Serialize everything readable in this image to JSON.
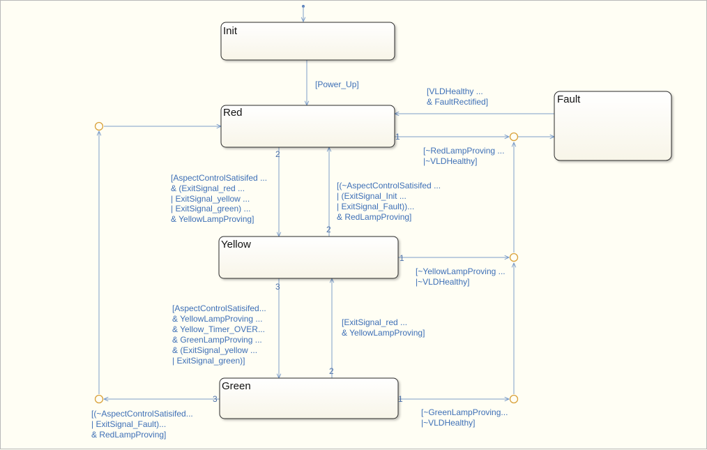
{
  "colors": {
    "background": "#fffef4",
    "state_fill": "#fffef6",
    "state_border": "#2b2b2b",
    "transition_line": "#7c9dc9",
    "label_text": "#3d6fb6",
    "junction": "#d9a13a"
  },
  "states": {
    "init": "Init",
    "red": "Red",
    "yellow": "Yellow",
    "green": "Green",
    "fault": "Fault"
  },
  "transitions": {
    "power_up": [
      "[Power_Up]"
    ],
    "fault_to_red": [
      "[VLDHealthy ...",
      "& FaultRectified]"
    ],
    "red_to_fault": [
      "[~RedLampProving ...",
      "|~VLDHealthy]"
    ],
    "red_to_yellow": [
      "[AspectControlSatisifed ...",
      "& (ExitSignal_red ...",
      "| ExitSignal_yellow ...",
      "| ExitSignal_green) ...",
      "& YellowLampProving]"
    ],
    "yellow_to_red": [
      "[(~AspectControlSatisifed ...",
      "| (ExitSignal_Init ...",
      "| ExitSignal_Fault))...",
      "& RedLampProving]"
    ],
    "yellow_to_fault": [
      "[~YellowLampProving ...",
      "|~VLDHealthy]"
    ],
    "yellow_to_green": [
      "[AspectControlSatisifed...",
      "& YellowLampProving ...",
      "& Yellow_Timer_OVER...",
      "& GreenLampProving ...",
      "& (ExitSignal_yellow ...",
      "| ExitSignal_green)]"
    ],
    "green_to_yellow": [
      "[ExitSignal_red ...",
      "& YellowLampProving]"
    ],
    "green_to_red": [
      "[(~AspectControlSatisifed...",
      "| ExitSignal_Fault)...",
      "& RedLampProving]"
    ],
    "green_to_fault": [
      "[~GreenLampProving...",
      "|~VLDHealthy]"
    ]
  },
  "priorities": {
    "red_to_fault": "1",
    "red_to_yellow": "2",
    "yellow_to_red": "2",
    "yellow_to_fault": "1",
    "yellow_to_green": "3",
    "green_to_yellow": "2",
    "green_to_red": "3",
    "green_to_fault": "1"
  }
}
